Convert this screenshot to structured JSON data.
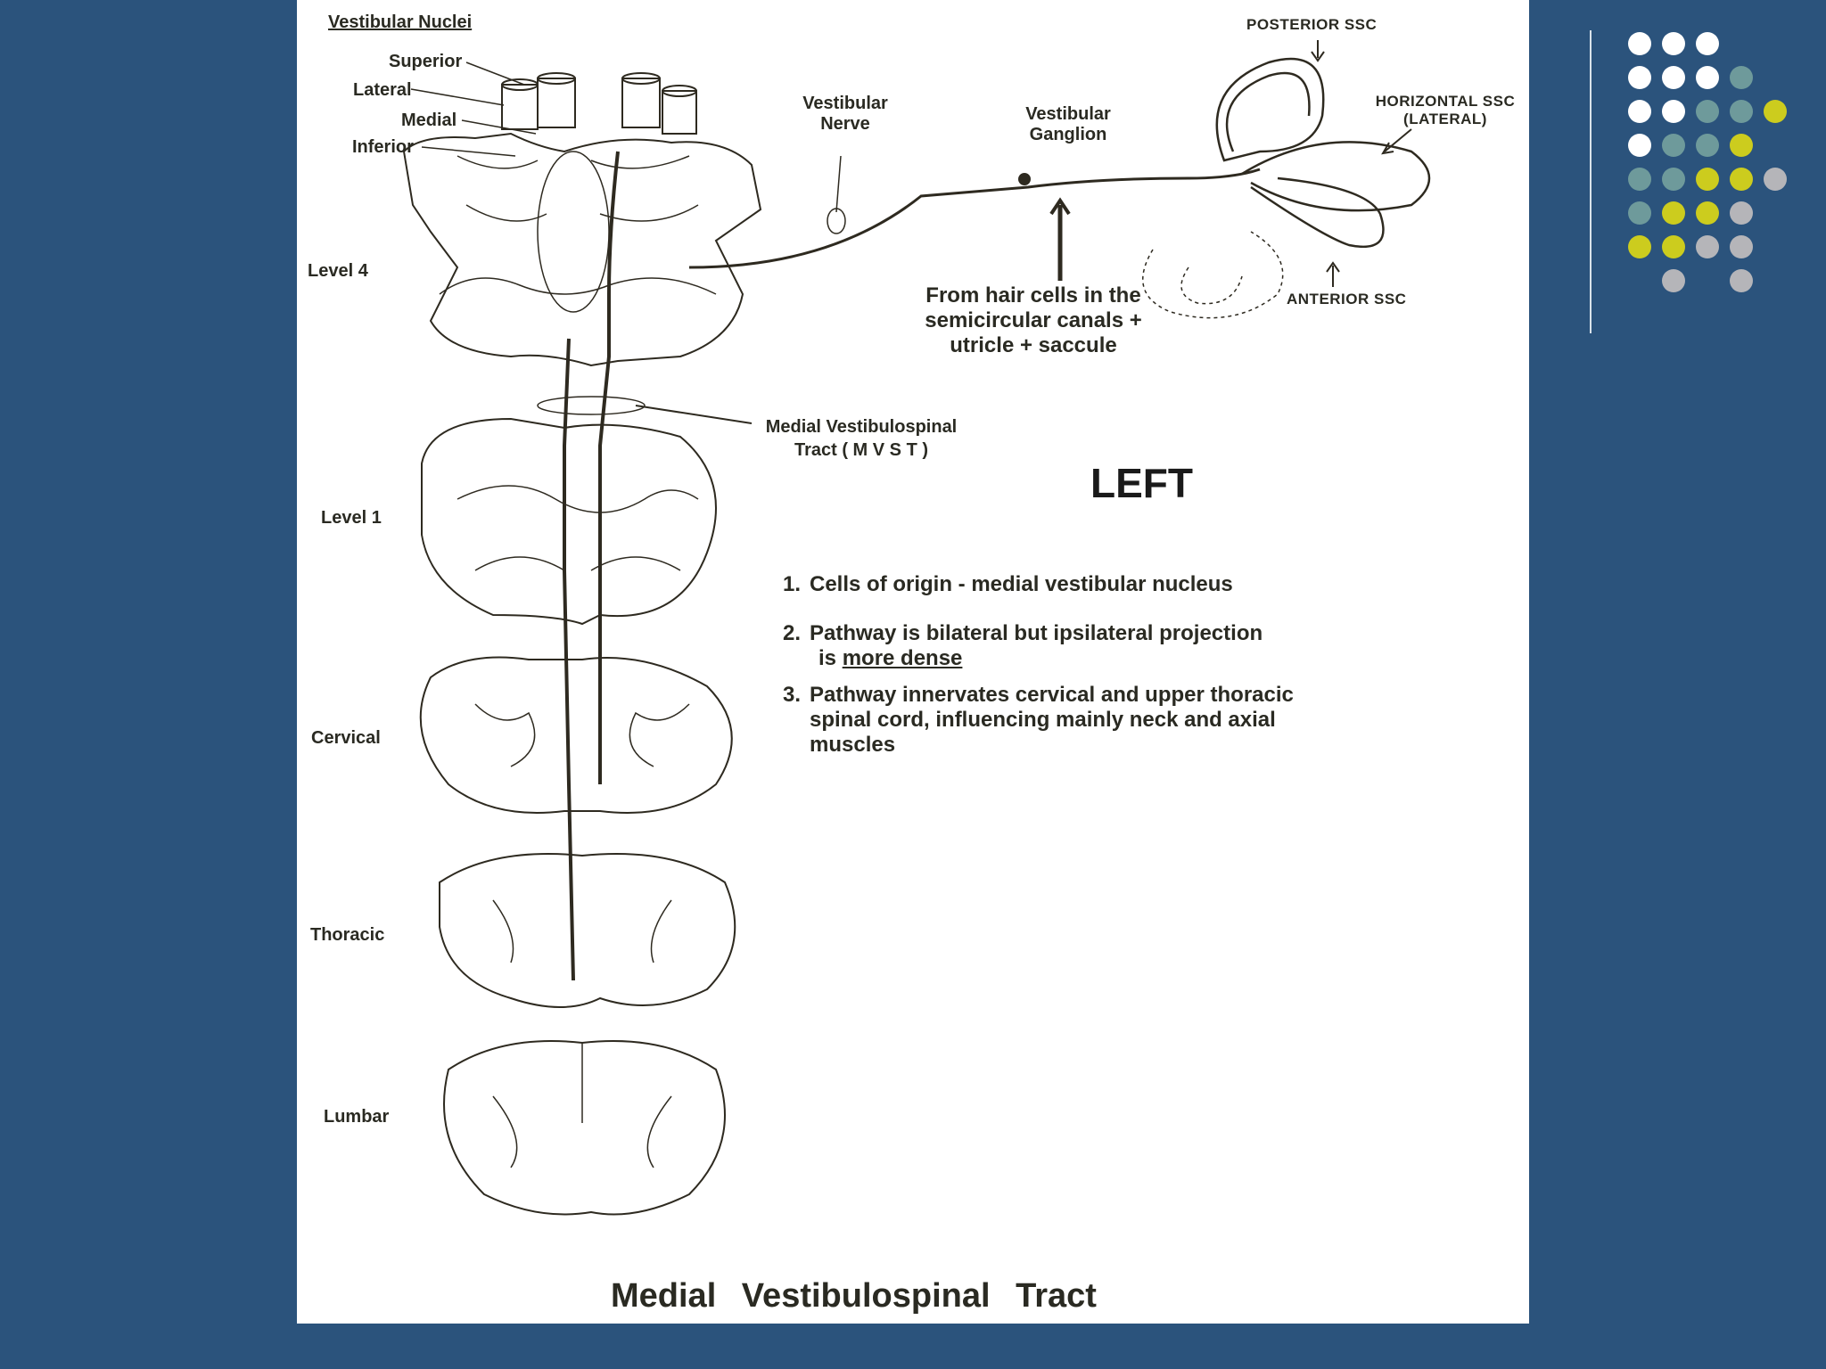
{
  "slide": {
    "caption": "Medial Vestibulospinal Tract",
    "side_label": "LEFT"
  },
  "nuclei": {
    "heading": "Vestibular Nuclei",
    "superior": "Superior",
    "lateral": "Lateral",
    "medial": "Medial",
    "inferior": "Inferior"
  },
  "levels": {
    "level4": "Level 4",
    "level1": "Level 1",
    "cervical": "Cervical",
    "thoracic": "Thoracic",
    "lumbar": "Lumbar"
  },
  "structures": {
    "nerve_line1": "Vestibular",
    "nerve_line2": "Nerve",
    "ganglion_line1": "Vestibular",
    "ganglion_line2": "Ganglion",
    "posterior": "POSTERIOR SSC",
    "horizontal_line1": "HORIZONTAL SSC",
    "horizontal_line2": "(LATERAL)",
    "anterior": "ANTERIOR SSC",
    "hair_line1": "From hair cells in the",
    "hair_line2": "semicircular canals +",
    "hair_line3": "utricle + saccule",
    "mvst_line1": "Medial Vestibulospinal",
    "mvst_line2": "Tract ( M V S T )"
  },
  "notes": [
    {
      "num": "1.",
      "line1": "Cells of origin - medial vestibular nucleus"
    },
    {
      "num": "2.",
      "line1": "Pathway is bilateral but ipsilateral projection",
      "line2_pre": "is ",
      "line2_emph": "more dense"
    },
    {
      "num": "3.",
      "line1": "Pathway innervates cervical and upper thoracic",
      "line2": "spinal cord, influencing mainly neck and axial",
      "line3": "muscles"
    }
  ],
  "theme": {
    "background": "#2b537c",
    "dot_colors": [
      "#ffffff",
      "#6e9a9b",
      "#cccc1e",
      "#b5b5b9"
    ]
  }
}
